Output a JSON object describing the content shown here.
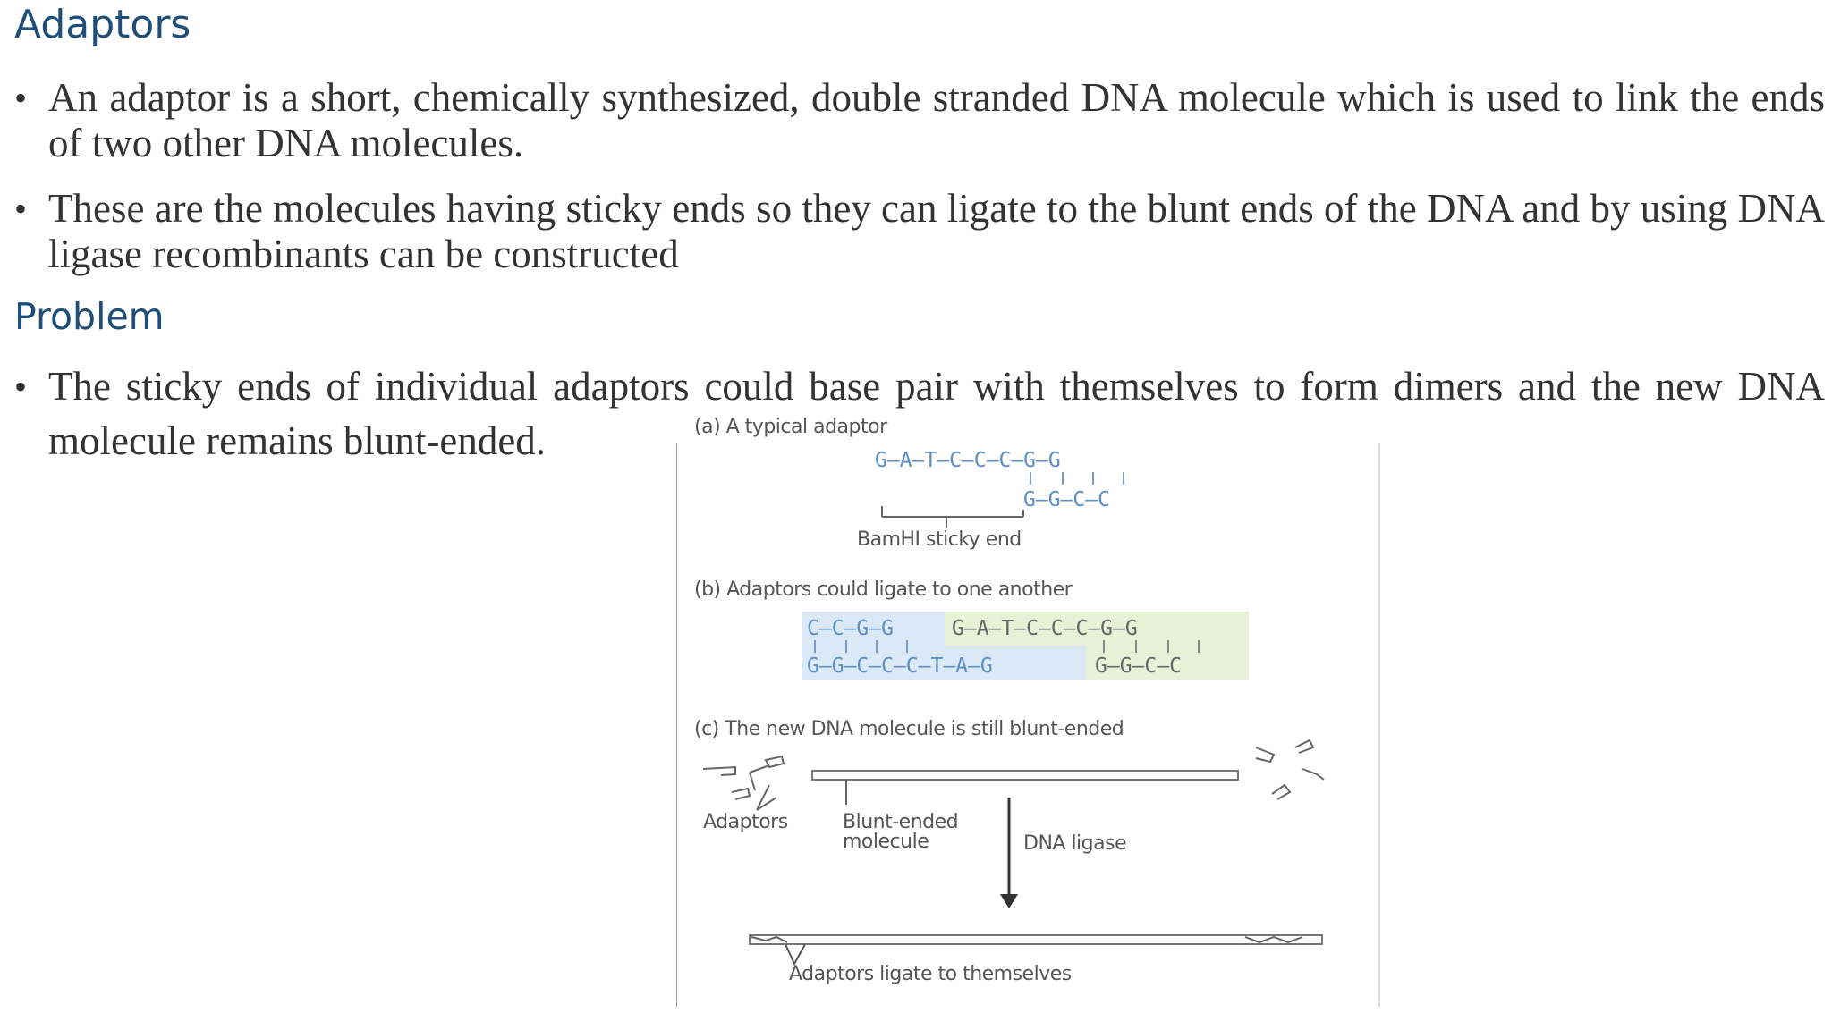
{
  "sections": {
    "adaptors_title": "Adaptors",
    "problem_title": "Problem"
  },
  "bullets": {
    "b1": "An adaptor is a short, chemically synthesized, double stranded DNA molecule which is used to link the ends of two other DNA molecules.",
    "b2": "These are the molecules having sticky ends so they can ligate to the blunt ends of the DNA and by using DNA ligase recombinants can be constructed",
    "b3": "The sticky ends of individual adaptors could base pair with themselves to form dimers and the new DNA molecule remains blunt-ended.",
    "marker": "•"
  },
  "figure": {
    "a_label": "(a) A typical adaptor",
    "a_top_strand": "G–A–T–C–C–C–G–G",
    "a_bottom_strand": "G–G–C–C",
    "a_sticky_label": "BamHI sticky end",
    "b_label": "(b) Adaptors could ligate to one another",
    "b_top_left": "C–C–G–G",
    "b_top_right": "G–A–T–C–C–C–G–G",
    "b_bottom_left": "G–G–C–C–C–T–A–G",
    "b_bottom_right": "G–G–C–C",
    "c_label": "(c) The new DNA molecule is still blunt-ended",
    "c_adaptors_label": "Adaptors",
    "c_blunt_label_1": "Blunt-ended",
    "c_blunt_label_2": "molecule",
    "c_ligase_label": "DNA ligase",
    "c_result_label": "Adaptors ligate to themselves",
    "colors": {
      "blue_box": "#dbe8f5",
      "green_box": "#e8f0d6",
      "heading": "#1f4e79"
    }
  }
}
